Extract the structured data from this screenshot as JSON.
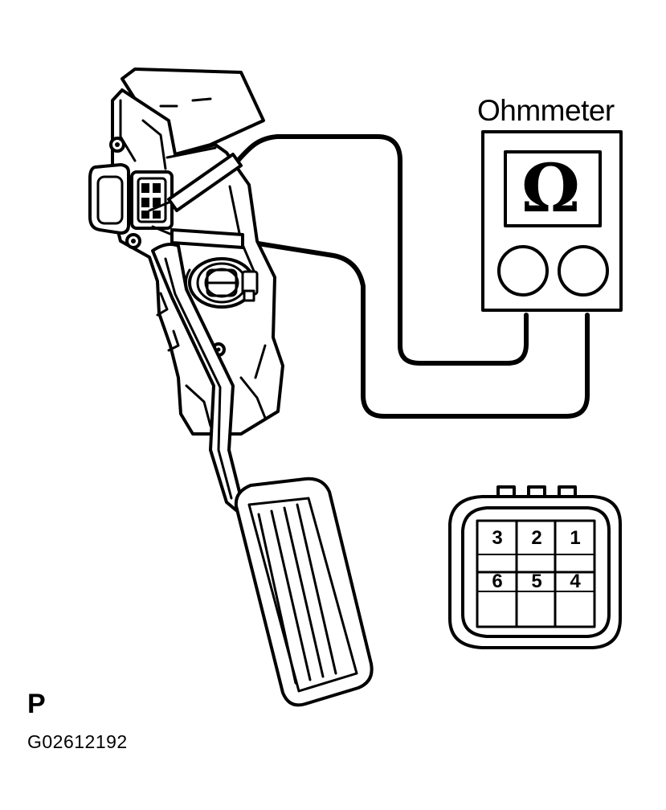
{
  "meter": {
    "title": "Ohmmeter",
    "symbol": "Ω",
    "symbol_icon": "omega-icon"
  },
  "connector": {
    "pins_top": [
      "3",
      "2",
      "1"
    ],
    "pins_bottom": [
      "6",
      "5",
      "4"
    ]
  },
  "view_letter": "P",
  "figure_code": "G02612192",
  "colors": {
    "ink": "#000000",
    "paper": "#ffffff"
  }
}
